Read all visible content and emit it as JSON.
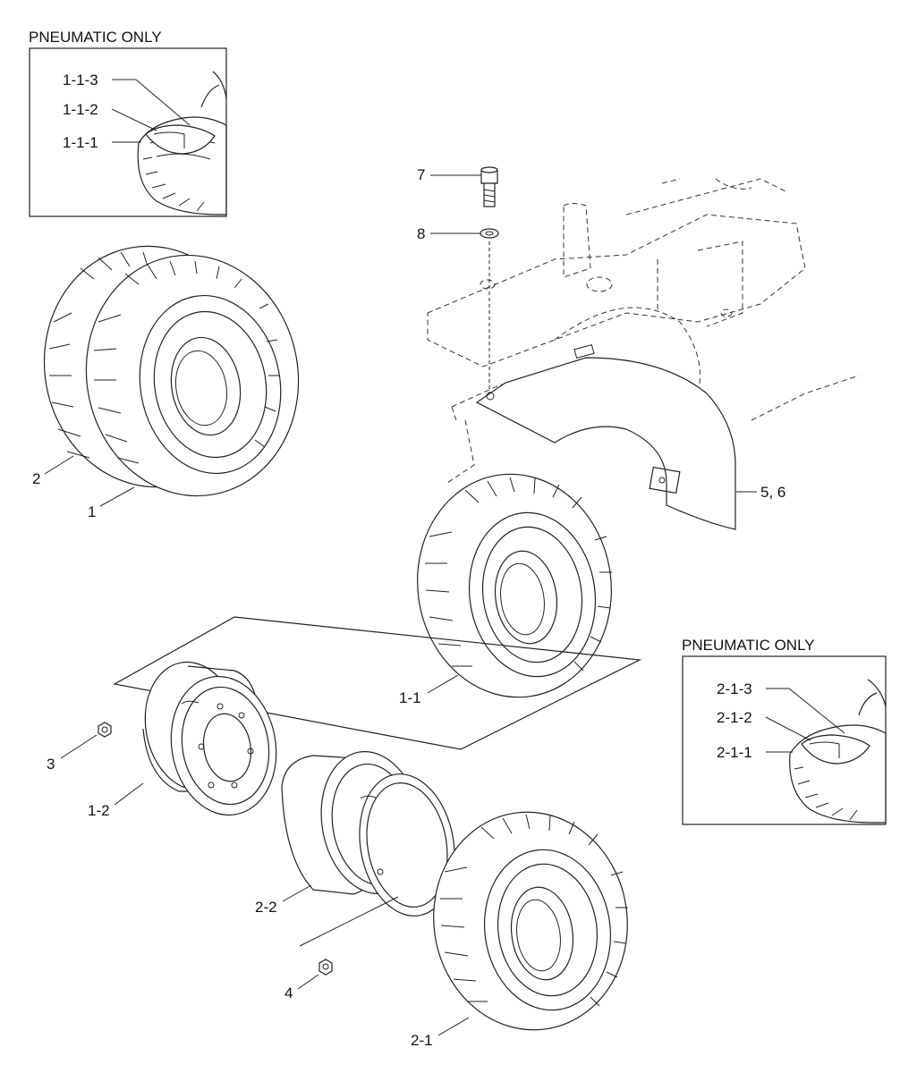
{
  "insets": {
    "top": {
      "title": "PNEUMATIC ONLY",
      "labels": [
        "1-1-3",
        "1-1-2",
        "1-1-1"
      ]
    },
    "right": {
      "title": "PNEUMATIC ONLY",
      "labels": [
        "2-1-3",
        "2-1-2",
        "2-1-1"
      ]
    }
  },
  "callouts": {
    "bolt": "7",
    "washer": "8",
    "fender": "5, 6",
    "tire_outer": "2",
    "tire_inner": "1",
    "tire_assembly": "1-1",
    "nut_front": "3",
    "rim_front": "1-2",
    "rim_rear": "2-2",
    "nut_rear": "4",
    "tire_rear": "2-1"
  }
}
